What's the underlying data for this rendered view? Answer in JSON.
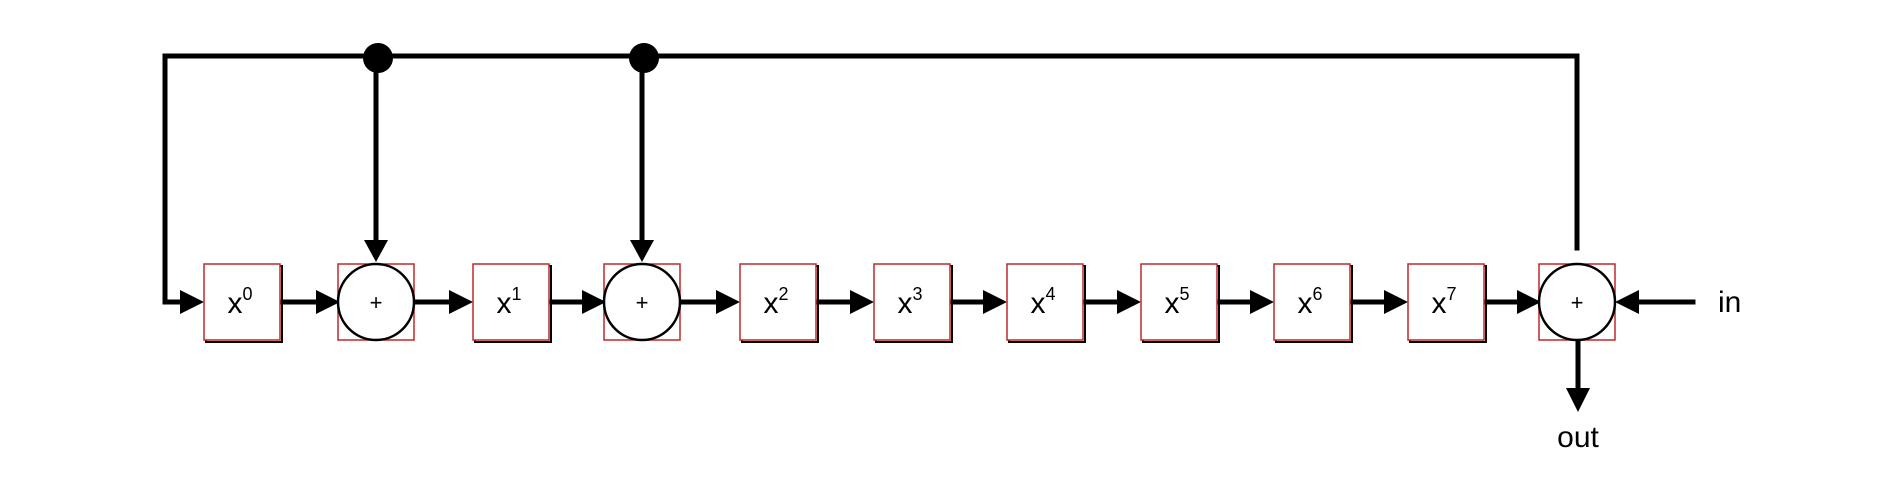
{
  "colors": {
    "line": "#000000",
    "box_border": "#c0282a",
    "background": "#ffffff"
  },
  "register": {
    "cells": [
      {
        "base": "x",
        "exp": "0"
      },
      {
        "base": "x",
        "exp": "1"
      },
      {
        "base": "x",
        "exp": "2"
      },
      {
        "base": "x",
        "exp": "3"
      },
      {
        "base": "x",
        "exp": "4"
      },
      {
        "base": "x",
        "exp": "5"
      },
      {
        "base": "x",
        "exp": "6"
      },
      {
        "base": "x",
        "exp": "7"
      }
    ],
    "adders": [
      {
        "symbol": "+"
      },
      {
        "symbol": "+"
      },
      {
        "symbol": "+"
      }
    ]
  },
  "labels": {
    "input": "in",
    "output": "out"
  }
}
